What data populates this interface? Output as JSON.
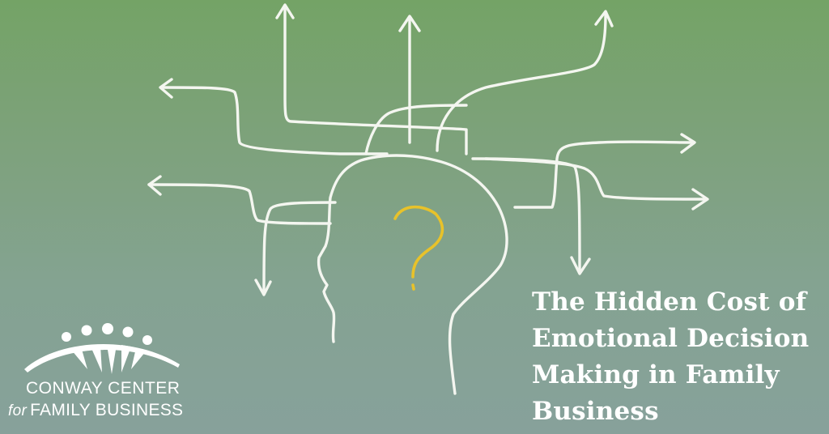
{
  "headline": {
    "lines": [
      "The Hidden Cost of",
      "Emotional Decision",
      "Making in Family",
      "Business"
    ]
  },
  "logo": {
    "name": "CONWAY CENTER",
    "sub_prefix": "for",
    "sub_main": "FAMILY BUSINESS"
  },
  "illustration": {
    "subject": "head-with-question-mark-and-branching-arrows-icon",
    "question_mark_color": "#e8c22a",
    "chalk_color": "#f4f6f0"
  },
  "colors": {
    "background_top": "#74a366",
    "background_bottom": "#87a19b",
    "text": "#ffffff"
  }
}
